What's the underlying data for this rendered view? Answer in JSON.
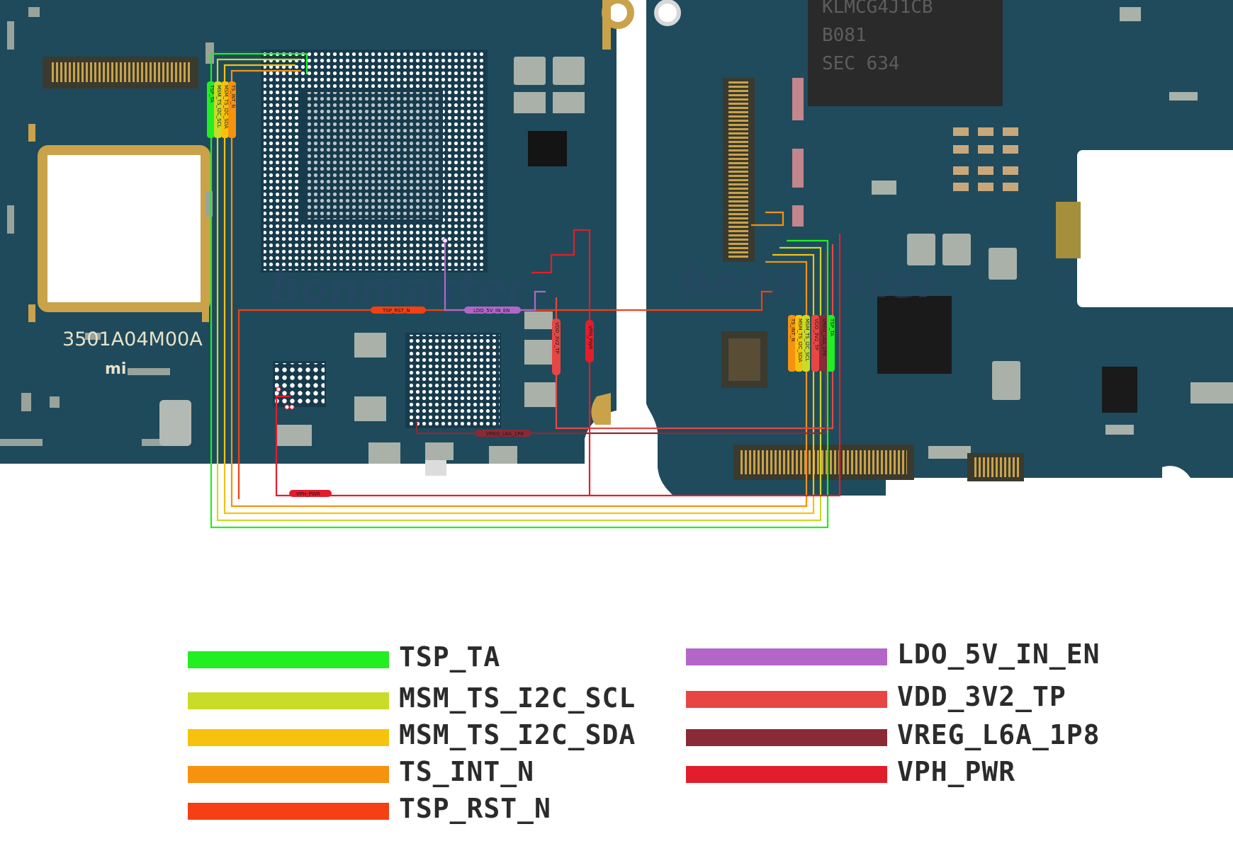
{
  "board": {
    "silkscreen_code": "3501A04M00A",
    "silkscreen_logo": "mi",
    "chip_marking_lines": [
      "KLMCG4J1CB",
      "B081",
      "SEC 634"
    ],
    "watermark": "bonmaster",
    "tags": {
      "tsp_rst_n": "TSP_RST_N",
      "ldo_5v_in_en": "LDO_5V_IN_EN",
      "vdd_3v2_tp": "VDD_3V2_TP",
      "vph_pwr_right": "VPH_PWR",
      "vreg_l6a_1p8": "VREG_L6A_1P8",
      "vph_pwr_bottom": "VPH_PWR",
      "left_group": [
        "TSP_TA",
        "MSM_TS_I2C_SCL",
        "MSM_TS_I2C_SDA",
        "TS_INT_N"
      ],
      "right_group": [
        "TS_INT_N",
        "MSM_TS_I2C_SDA",
        "MSM_TS_I2C_SCL",
        "VDD_3V2_TP",
        "VREG_L6A_1P8",
        "TSP_TA"
      ]
    }
  },
  "legend": {
    "left": [
      {
        "label": "TSP_TA",
        "color": "#22ee22"
      },
      {
        "label": "MSM_TS_I2C_SCL",
        "color": "#c8dc28"
      },
      {
        "label": "MSM_TS_I2C_SDA",
        "color": "#f7c20c"
      },
      {
        "label": "TS_INT_N",
        "color": "#f7920e"
      },
      {
        "label": "TSP_RST_N",
        "color": "#f44012"
      }
    ],
    "right": [
      {
        "label": "LDO_5V_IN_EN",
        "color": "#b466c8"
      },
      {
        "label": "VDD_3V2_TP",
        "color": "#e84642"
      },
      {
        "label": "VREG_L6A_1P8",
        "color": "#8a2a36"
      },
      {
        "label": "VPH_PWR",
        "color": "#e21e2c"
      }
    ]
  }
}
